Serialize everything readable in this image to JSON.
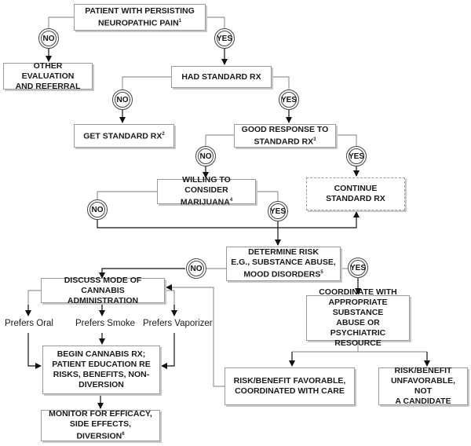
{
  "boxes": {
    "start": "PATIENT WITH PERSISTING\nNEUROPATHIC PAIN",
    "start_sup": "1",
    "other_eval": "OTHER EVALUATION\nAND REFERRAL",
    "had_rx": "HAD STANDARD RX",
    "get_rx": "GET STANDARD RX",
    "get_rx_sup": "2",
    "good_response": "GOOD RESPONSE TO\nSTANDARD RX",
    "good_response_sup": "3",
    "willing": "WILLING TO CONSIDER\nMARIJUANA",
    "willing_sup": "4",
    "continue_rx": "CONTINUE\nSTANDARD RX",
    "determine_risk": "DETERMINE RISK\nE.G., SUBSTANCE ABUSE,\nMOOD DISORDERS",
    "determine_risk_sup": "5",
    "discuss_mode": "DISCUSS MODE OF\nCANNABIS ADMINISTRATION",
    "coordinate": "COORDINATE WITH\nAPPROPRIATE SUBSTANCE\nABUSE OR PSYCHIATRIC\nRESOURCE",
    "begin": "BEGIN CANNABIS RX;\nPATIENT EDUCATION RE\nRISKS, BENEFITS, NON-\nDIVERSION",
    "favorable": "RISK/BENEFIT FAVORABLE,\nCOORDINATED WITH CARE",
    "unfavorable": "RISK/BENEFIT\nUNFAVORABLE, NOT\nA CANDIDATE",
    "monitor": "MONITOR FOR EFFICACY,\nSIDE EFFECTS, DIVERSION",
    "monitor_sup": "6"
  },
  "decisions": {
    "no": "NO",
    "yes": "YES"
  },
  "options": {
    "oral": "Prefers Oral",
    "smoke": "Prefers Smoke",
    "vaporizer": "Prefers Vaporizer"
  }
}
